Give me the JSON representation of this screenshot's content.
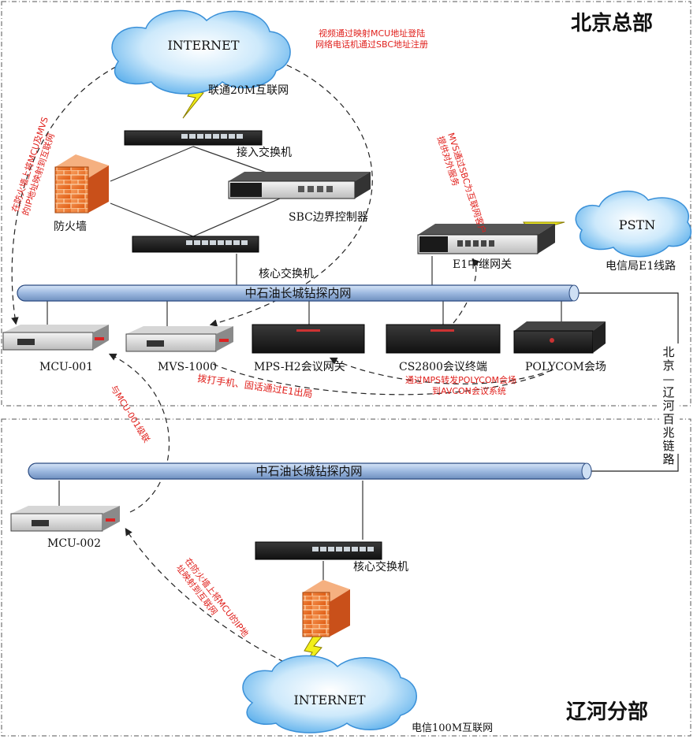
{
  "regions": {
    "beijing": "北京总部",
    "liaohe": "辽河分部",
    "link": [
      "北",
      "京",
      "—",
      "辽",
      "河",
      "百",
      "兆",
      "链",
      "路"
    ]
  },
  "clouds": {
    "internet_top": "INTERNET",
    "pstn": "PSTN",
    "internet_bottom": "INTERNET"
  },
  "labels": {
    "unicom": "联通20M互联网",
    "access_switch": "接入交换机",
    "firewall_top": "防火墙",
    "sbc": "SBC边界控制器",
    "core_switch_top": "核心交换机",
    "e1_gateway": "E1中继网关",
    "telecom_e1": "电信局E1线路",
    "backbone_top": "中石油长城钻探内网",
    "mcu001": "MCU-001",
    "mvs1000": "MVS-1000",
    "mps_h2": "MPS-H2会议网关",
    "cs2800": "CS2800会议终端",
    "polycom": "POLYCOM会场",
    "backbone_bottom": "中石油长城钻探内网",
    "mcu002": "MCU-002",
    "core_switch_bottom": "核心交换机",
    "telecom_100m": "电信100M互联网"
  },
  "notes": {
    "video_mapping": [
      "视频通过映射MCU地址登陆",
      "网络电话机通过SBC地址注册"
    ],
    "firewall_mcu_mvs": [
      "在防火墙上将MCU及MVS",
      "的IP地址映射到互联网"
    ],
    "mvs_sbc": [
      "MVS通过SBC为互联网客户",
      "提供对外服务"
    ],
    "dial_e1": "拨打手机、固话通过E1出局",
    "mps_polycom": [
      "通过MPS转发POLYCOM会场",
      "到AVCON会议系统"
    ],
    "cascade": "与MCU-001级联",
    "firewall_mcu": [
      "在防火墙上将MCU的IP地",
      "址映射到互联网"
    ]
  },
  "colors": {
    "note_red": "#e0201c",
    "backbone_fill": "#a9c3e6",
    "cloud_fill": "#7fc3f2",
    "firewall": "#f07a28",
    "lightning": "#f2ef1a"
  },
  "icons": [
    "cloud-icon",
    "lightning-icon",
    "switch-icon",
    "firewall-icon",
    "server-icon",
    "gateway-icon",
    "terminal-icon"
  ]
}
